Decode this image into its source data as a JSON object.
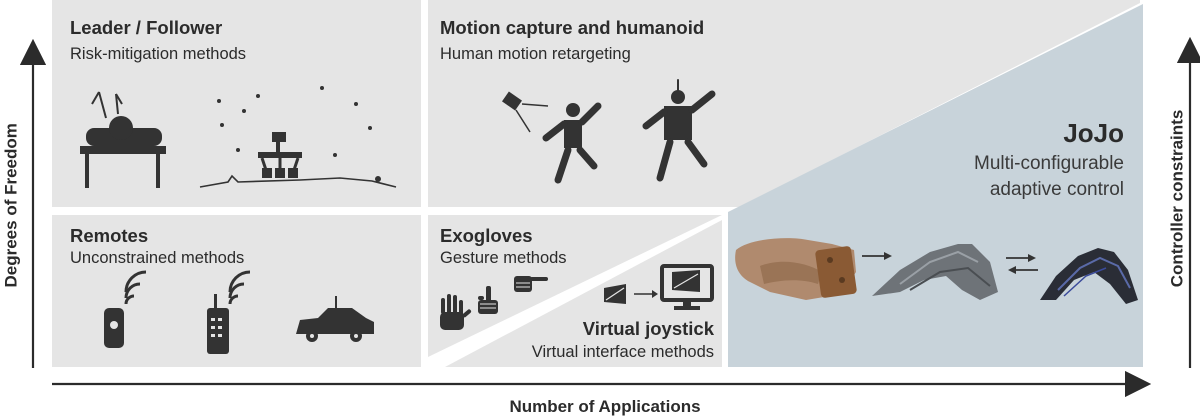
{
  "axes": {
    "y_label": "Degrees of Freedom",
    "x_label": "Number of Applications",
    "right_label": "Controller constraints"
  },
  "panels": {
    "leader": {
      "title": "Leader / Follower",
      "subtitle": "Risk-mitigation methods"
    },
    "mocap": {
      "title": "Motion capture and humanoid",
      "subtitle": "Human motion retargeting"
    },
    "remotes": {
      "title": "Remotes",
      "subtitle": "Unconstrained methods"
    },
    "exogloves": {
      "title": "Exogloves",
      "subtitle": "Gesture methods"
    },
    "joystick": {
      "title": "Virtual joystick",
      "subtitle": "Virtual interface methods"
    },
    "jojo": {
      "title": "JoJo",
      "subtitle_line1": "Multi-configurable",
      "subtitle_line2": "adaptive control"
    }
  },
  "colors": {
    "panel": "#e5e5e5",
    "jojo_panel": "#c8d3da",
    "icon": "#333333",
    "text": "#2b2b2b"
  },
  "icons": [
    "surgery-table-icon",
    "mars-rover-icon",
    "motion-capture-camera-icon",
    "humanoid-robot-icon",
    "remote-control-icon",
    "walkie-talkie-icon",
    "rc-car-icon",
    "hand-open-icon",
    "thumbs-up-icon",
    "pointing-hand-icon",
    "vr-interface-icon",
    "hand-held-controller-photo",
    "flexible-structure-photo"
  ]
}
